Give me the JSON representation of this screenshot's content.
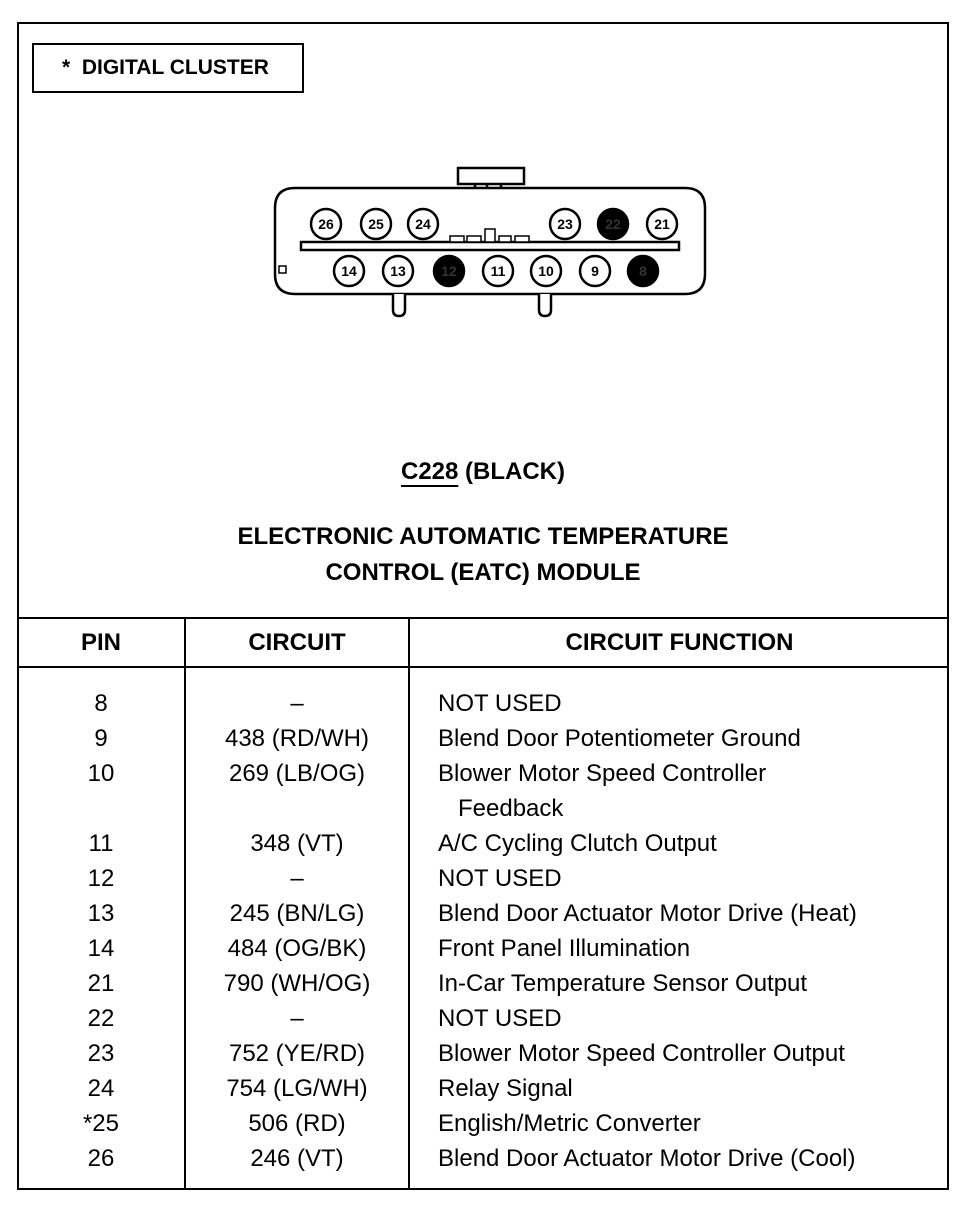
{
  "note": "*  DIGITAL CLUSTER",
  "connector": {
    "id": "C228",
    "color": "(BLACK)",
    "top_pins": [
      {
        "num": "26",
        "filled": false
      },
      {
        "num": "25",
        "filled": false
      },
      {
        "num": "24",
        "filled": false
      },
      {
        "num": "23",
        "filled": false
      },
      {
        "num": "22",
        "filled": true
      },
      {
        "num": "21",
        "filled": false
      }
    ],
    "bottom_pins": [
      {
        "num": "14",
        "filled": false
      },
      {
        "num": "13",
        "filled": false
      },
      {
        "num": "12",
        "filled": true
      },
      {
        "num": "11",
        "filled": false
      },
      {
        "num": "10",
        "filled": false
      },
      {
        "num": "9",
        "filled": false
      },
      {
        "num": "8",
        "filled": true
      }
    ]
  },
  "module": {
    "line1": "ELECTRONIC AUTOMATIC TEMPERATURE",
    "line2": "CONTROL (EATC) MODULE"
  },
  "table": {
    "headers": {
      "pin": "PIN",
      "circuit": "CIRCUIT",
      "function": "CIRCUIT FUNCTION"
    },
    "rows": [
      {
        "pin": "8",
        "circuit": "–",
        "function": "NOT USED",
        "function2": ""
      },
      {
        "pin": "9",
        "circuit": "438 (RD/WH)",
        "function": "Blend Door Potentiometer Ground",
        "function2": ""
      },
      {
        "pin": "10",
        "circuit": "269 (LB/OG)",
        "function": "Blower Motor Speed Controller",
        "function2": "Feedback"
      },
      {
        "pin": "11",
        "circuit": "348 (VT)",
        "function": "A/C Cycling Clutch Output",
        "function2": ""
      },
      {
        "pin": "12",
        "circuit": "–",
        "function": "NOT USED",
        "function2": ""
      },
      {
        "pin": "13",
        "circuit": "245 (BN/LG)",
        "function": "Blend Door Actuator Motor Drive (Heat)",
        "function2": ""
      },
      {
        "pin": "14",
        "circuit": "484 (OG/BK)",
        "function": "Front Panel Illumination",
        "function2": ""
      },
      {
        "pin": "21",
        "circuit": "790 (WH/OG)",
        "function": "In-Car Temperature Sensor Output",
        "function2": ""
      },
      {
        "pin": "22",
        "circuit": "–",
        "function": "NOT USED",
        "function2": ""
      },
      {
        "pin": "23",
        "circuit": "752 (YE/RD)",
        "function": "Blower Motor Speed Controller Output",
        "function2": ""
      },
      {
        "pin": "24",
        "circuit": "754 (LG/WH)",
        "function": "Relay Signal",
        "function2": ""
      },
      {
        "pin": "*25",
        "circuit": "506 (RD)",
        "function": "English/Metric Converter",
        "function2": ""
      },
      {
        "pin": "26",
        "circuit": "246 (VT)",
        "function": "Blend Door Actuator Motor Drive (Cool)",
        "function2": ""
      }
    ]
  }
}
